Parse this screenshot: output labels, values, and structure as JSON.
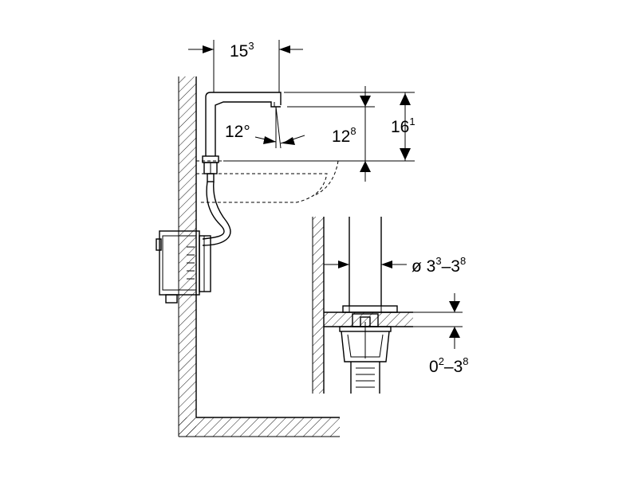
{
  "dimensions": {
    "spout_reach": {
      "base": "15",
      "sup": "3"
    },
    "spout_angle": {
      "text": "12°"
    },
    "outlet_height": {
      "base": "12",
      "sup": "8"
    },
    "total_height": {
      "base": "16",
      "sup": "1"
    },
    "pipe_diameter": {
      "prefix": "ø 3",
      "sup1": "3",
      "mid": "–3",
      "sup2": "8"
    },
    "counter_thickness": {
      "base": "0",
      "sup1": "2",
      "mid": "–3",
      "sup2": "8"
    }
  }
}
